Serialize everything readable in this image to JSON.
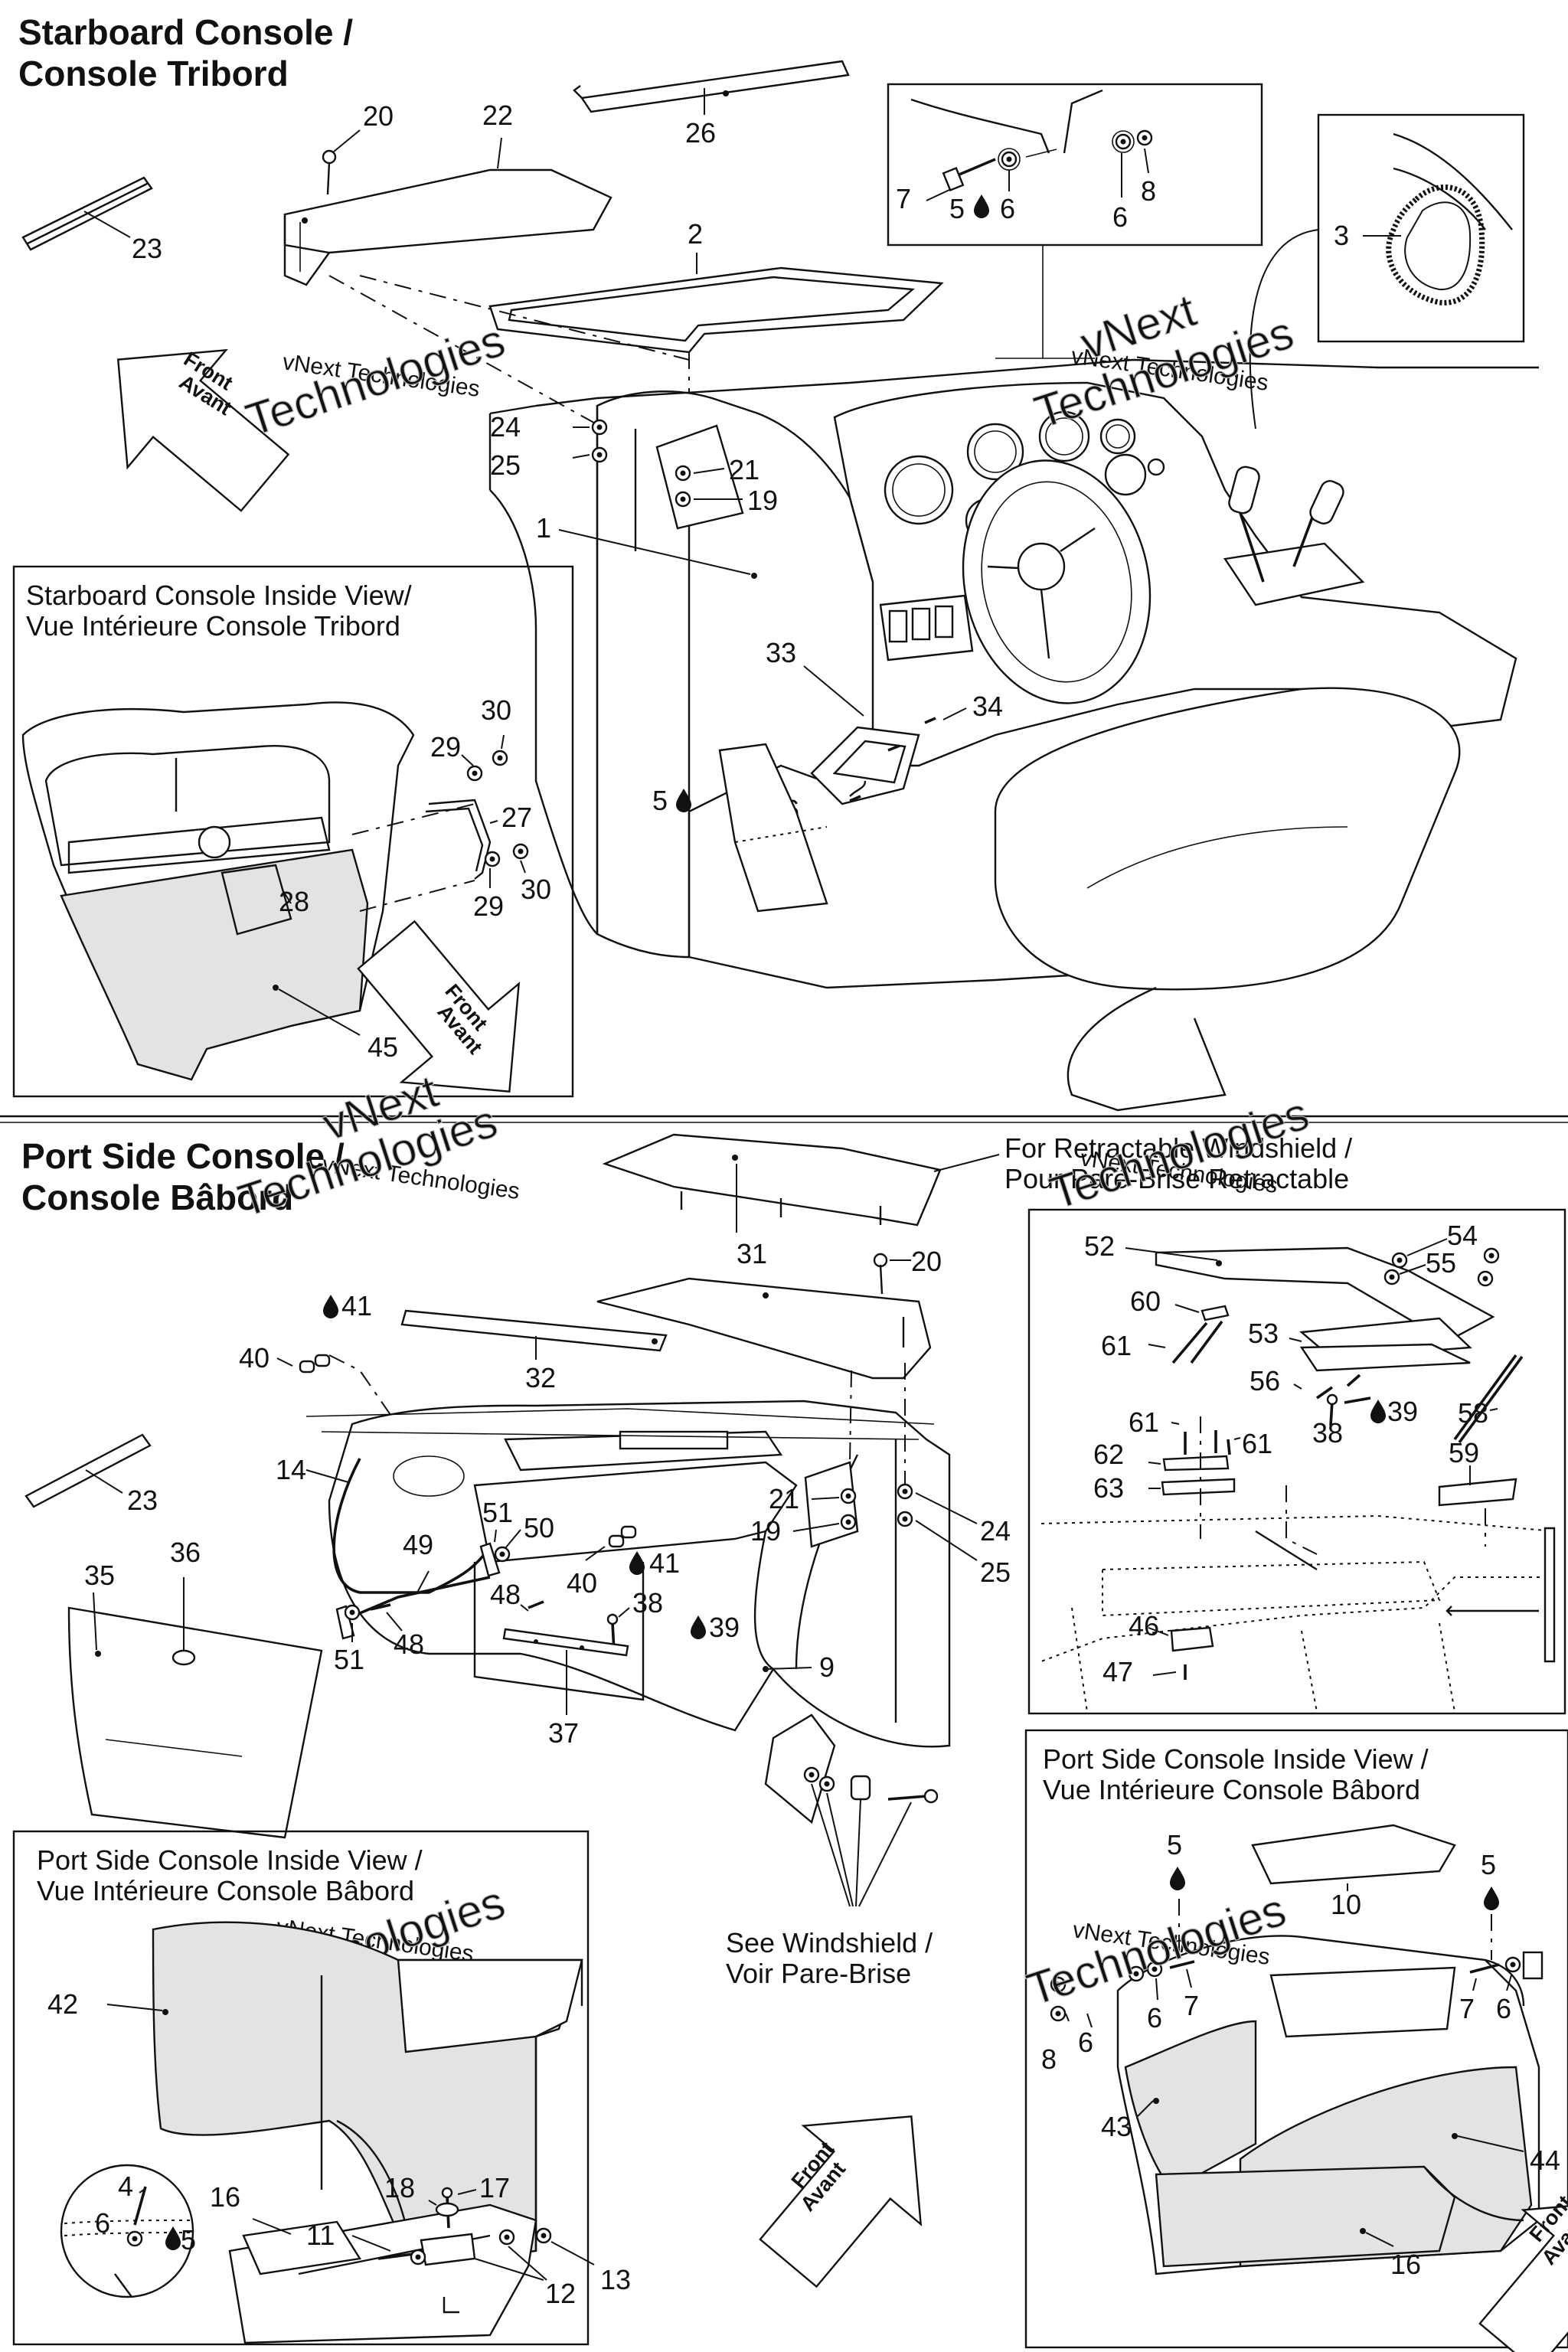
{
  "section_top": {
    "title_line1": "Starboard Console /",
    "title_line2": "Console Tribord"
  },
  "inset_starboard_inside": {
    "title_line1": "Starboard Console Inside View/",
    "title_line2": "Vue Intérieure Console Tribord"
  },
  "section_bottom": {
    "title_line1": "Port Side Console /",
    "title_line2": "Console Bâbord"
  },
  "inset_retractable": {
    "title_line1": "For Retractable Windshield /",
    "title_line2": "Pour Pare-Brise Retractable"
  },
  "inset_port_inside_right": {
    "title_line1": "Port Side Console Inside View /",
    "title_line2": "Vue Intérieure Console Bâbord"
  },
  "inset_port_inside_left": {
    "title_line1": "Port Side Console Inside View /",
    "title_line2": "Vue Intérieure Console Bâbord"
  },
  "windshield_note": {
    "line1": "See Windshield /",
    "line2": "Voir Pare-Brise"
  },
  "front_arrow": {
    "line1": "Front",
    "line2": "Avant"
  },
  "watermark": {
    "line1": "vNext Technologies",
    "big": "Technologies",
    "big2": "vNext"
  },
  "symbols": {
    "drop": "drop-icon"
  },
  "callouts": {
    "c1": "1",
    "c2": "2",
    "c3": "3",
    "c4": "4",
    "c5": "5",
    "c6": "6",
    "c7": "7",
    "c8": "8",
    "c9": "9",
    "c10": "10",
    "c11": "11",
    "c12": "12",
    "c13": "13",
    "c14": "14",
    "c16": "16",
    "c17": "17",
    "c18": "18",
    "c19": "19",
    "c20": "20",
    "c21": "21",
    "c22": "22",
    "c23": "23",
    "c24": "24",
    "c25": "25",
    "c26": "26",
    "c27": "27",
    "c28": "28",
    "c29": "29",
    "c30": "30",
    "c31": "31",
    "c32": "32",
    "c33": "33",
    "c34": "34",
    "c35": "35",
    "c36": "36",
    "c37": "37",
    "c38": "38",
    "c39": "39",
    "c40": "40",
    "c41": "41",
    "c42": "42",
    "c43": "43",
    "c44": "44",
    "c45": "45",
    "c46": "46",
    "c47": "47",
    "c48": "48",
    "c49": "49",
    "c50": "50",
    "c51": "51",
    "c52": "52",
    "c53": "53",
    "c54": "54",
    "c55": "55",
    "c56": "56",
    "c58": "58",
    "c59": "59",
    "c60": "60",
    "c61": "61",
    "c62": "62",
    "c63": "63"
  }
}
